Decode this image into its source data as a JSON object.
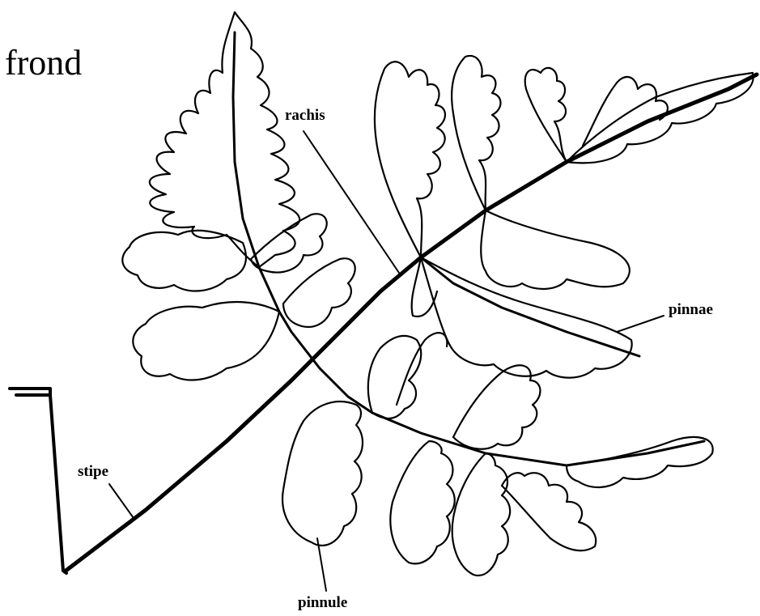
{
  "diagram": {
    "title": "frond",
    "labels": {
      "rachis": "rachis",
      "pinnae": "pinnae",
      "stipe": "stipe",
      "pinnule": "pinnule"
    }
  },
  "colors": {
    "ink": "#000000",
    "paper": "#ffffff"
  }
}
